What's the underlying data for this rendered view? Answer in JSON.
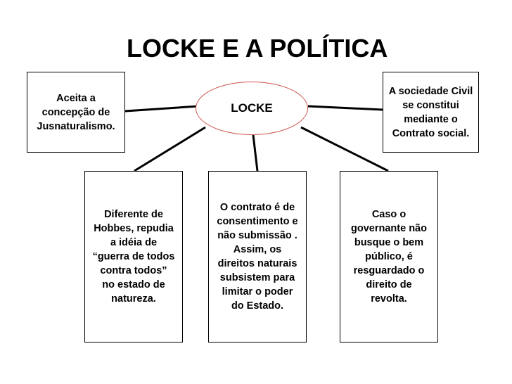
{
  "title": "LOCKE E A POLÍTICA",
  "center": {
    "label": "LOCKE"
  },
  "boxes": {
    "left_top": "Aceita a\nconcepção de\nJusnaturalismo.",
    "right_top": "A sociedade Civil\nse constitui\nmediante o\nContrato social.",
    "bottom_1": "Diferente de\nHobbes, repudia\na idéia de\n“guerra de todos\ncontra todos”\nno estado de\nnatureza.",
    "bottom_2": "O contrato é de\nconsentimento e\nnão submissão .\nAssim, os\ndireitos naturais\nsubsistem para\nlimitar o poder\ndo Estado.",
    "bottom_3": "Caso o\ngovernante não\nbusque o bem\npúblico, é\nresguardado o\ndireito de\nrevolta."
  },
  "colors": {
    "ellipse_border": "#c9544e",
    "text": "#000000",
    "lines": "#000000"
  }
}
